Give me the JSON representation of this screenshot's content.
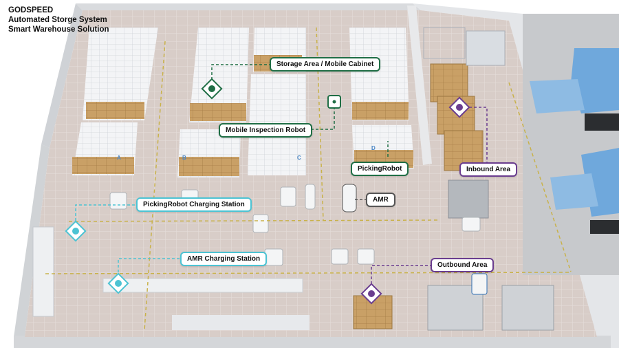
{
  "header": {
    "company": "GODSPEED",
    "line1": "Automated Storge System",
    "line2": "Smart Warehouse Solution"
  },
  "labels": {
    "storage_area": "Storage Area / Mobile Cabinet",
    "mobile_inspection_robot": "Mobile Inspection Robot",
    "picking_robot": "PickingRobot",
    "inbound_area": "Inbound Area",
    "amr": "AMR",
    "picking_robot_charging": "PickingRobot Charging Station",
    "amr_charging": "AMR Charging Station",
    "outbound_area": "Outbound Area"
  },
  "shelf_letters": [
    "A",
    "B",
    "C",
    "D"
  ],
  "colors": {
    "storage_accent": "#1f6e45",
    "inbound_outbound_accent": "#6a3d8f",
    "charging_accent": "#4cc3d3",
    "amr_accent": "#555555",
    "floor": "#d9cfc9",
    "wall": "#e9eaec",
    "dock": "#6fa8dc"
  }
}
